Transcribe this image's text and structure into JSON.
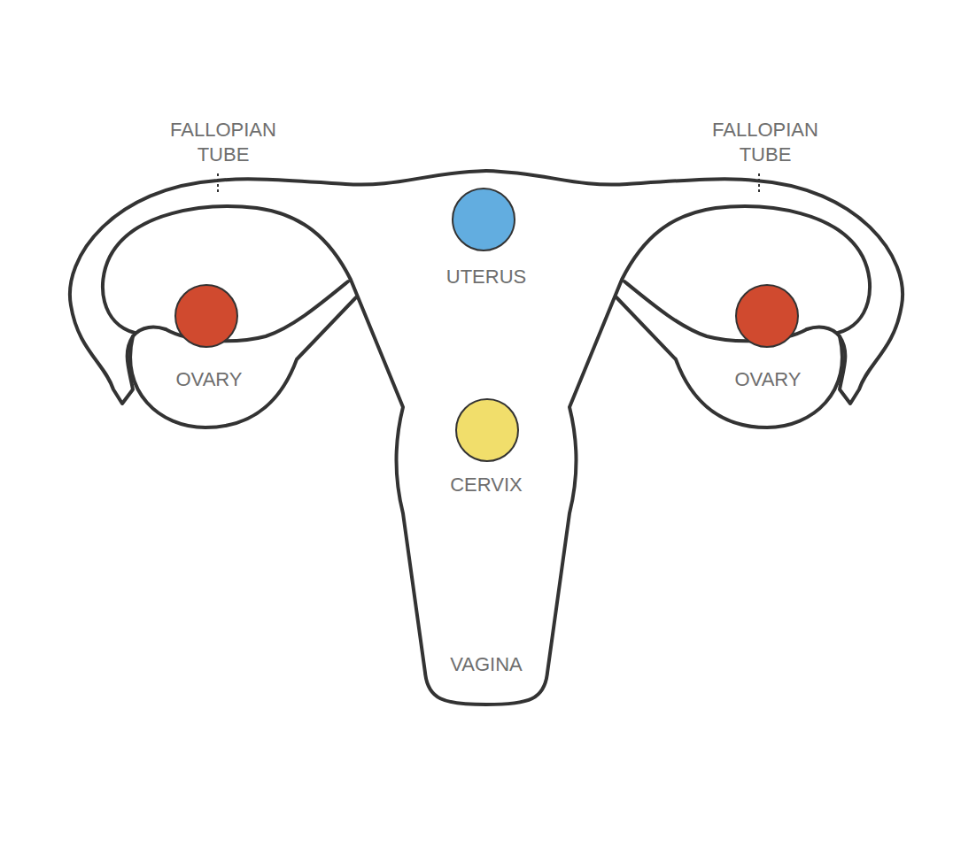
{
  "diagram": {
    "labels": [
      "FALLOPIAN TUBE",
      "FALLOPIAN TUBE",
      "UTERUS",
      "OVARY",
      "OVARY",
      "CERVIX",
      "VAGINA"
    ]
  }
}
